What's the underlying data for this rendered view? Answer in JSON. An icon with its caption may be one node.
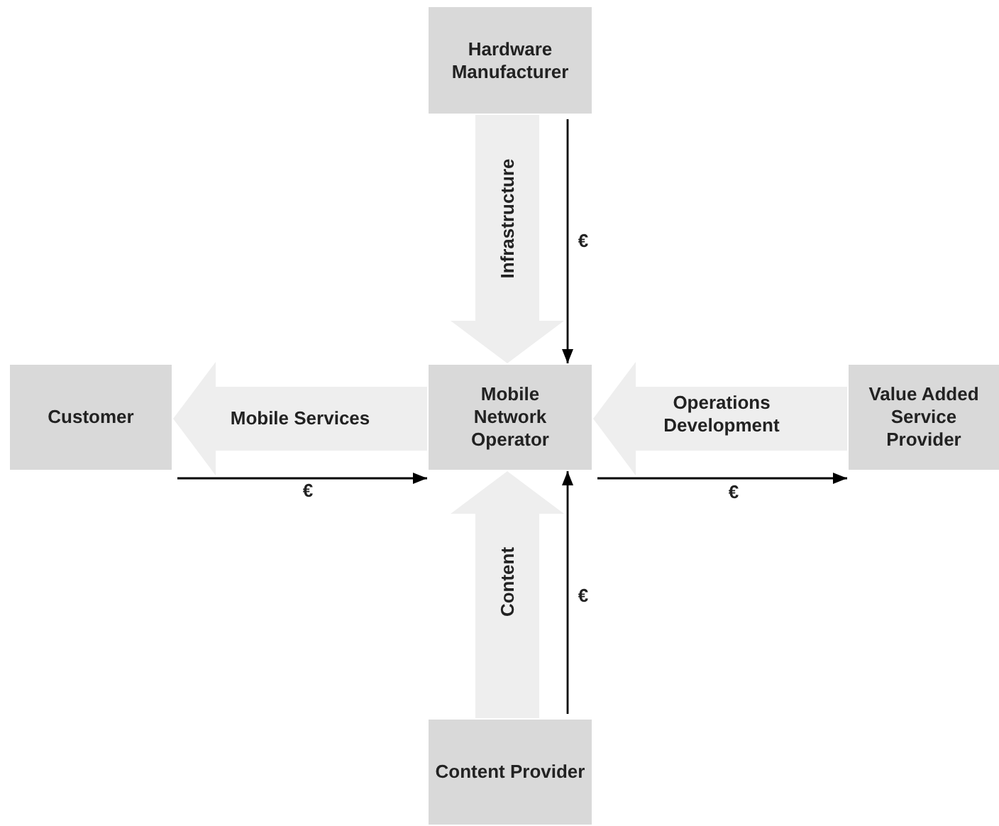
{
  "diagram": {
    "nodes": [
      {
        "text": [
          "Hardware Manufacturer"
        ]
      },
      {
        "text": [
          "Customer"
        ]
      },
      {
        "text": [
          "Mobile Network Operator"
        ]
      },
      {
        "text": [
          "Value Added Service Provider"
        ]
      },
      {
        "text": [
          "Content Provider"
        ]
      }
    ],
    "edges": [
      {
        "from": 0,
        "to": 2,
        "arrow": "to",
        "label": "Infrastructure",
        "style": "thick",
        "color": "#eeeeee"
      },
      {
        "from": 0,
        "to": 2,
        "arrow": "to",
        "label": "€",
        "color": "#000000"
      },
      {
        "from": 2,
        "to": 1,
        "arrow": "to",
        "label": "Mobile Services",
        "style": "thick",
        "color": "#eeeeee"
      },
      {
        "from": 1,
        "to": 2,
        "arrow": "to",
        "label": "€",
        "color": "#000000"
      },
      {
        "from": 3,
        "to": 2,
        "arrow": "to",
        "label": "Operations Development",
        "style": "thick",
        "color": "#eeeeee"
      },
      {
        "from": 2,
        "to": 3,
        "arrow": "to",
        "label": "€",
        "color": "#000000"
      },
      {
        "from": 4,
        "to": 2,
        "arrow": "to",
        "label": "Content",
        "style": "thick",
        "color": "#eeeeee"
      },
      {
        "from": 4,
        "to": 2,
        "arrow": "to",
        "label": "€",
        "color": "#000000"
      }
    ]
  }
}
